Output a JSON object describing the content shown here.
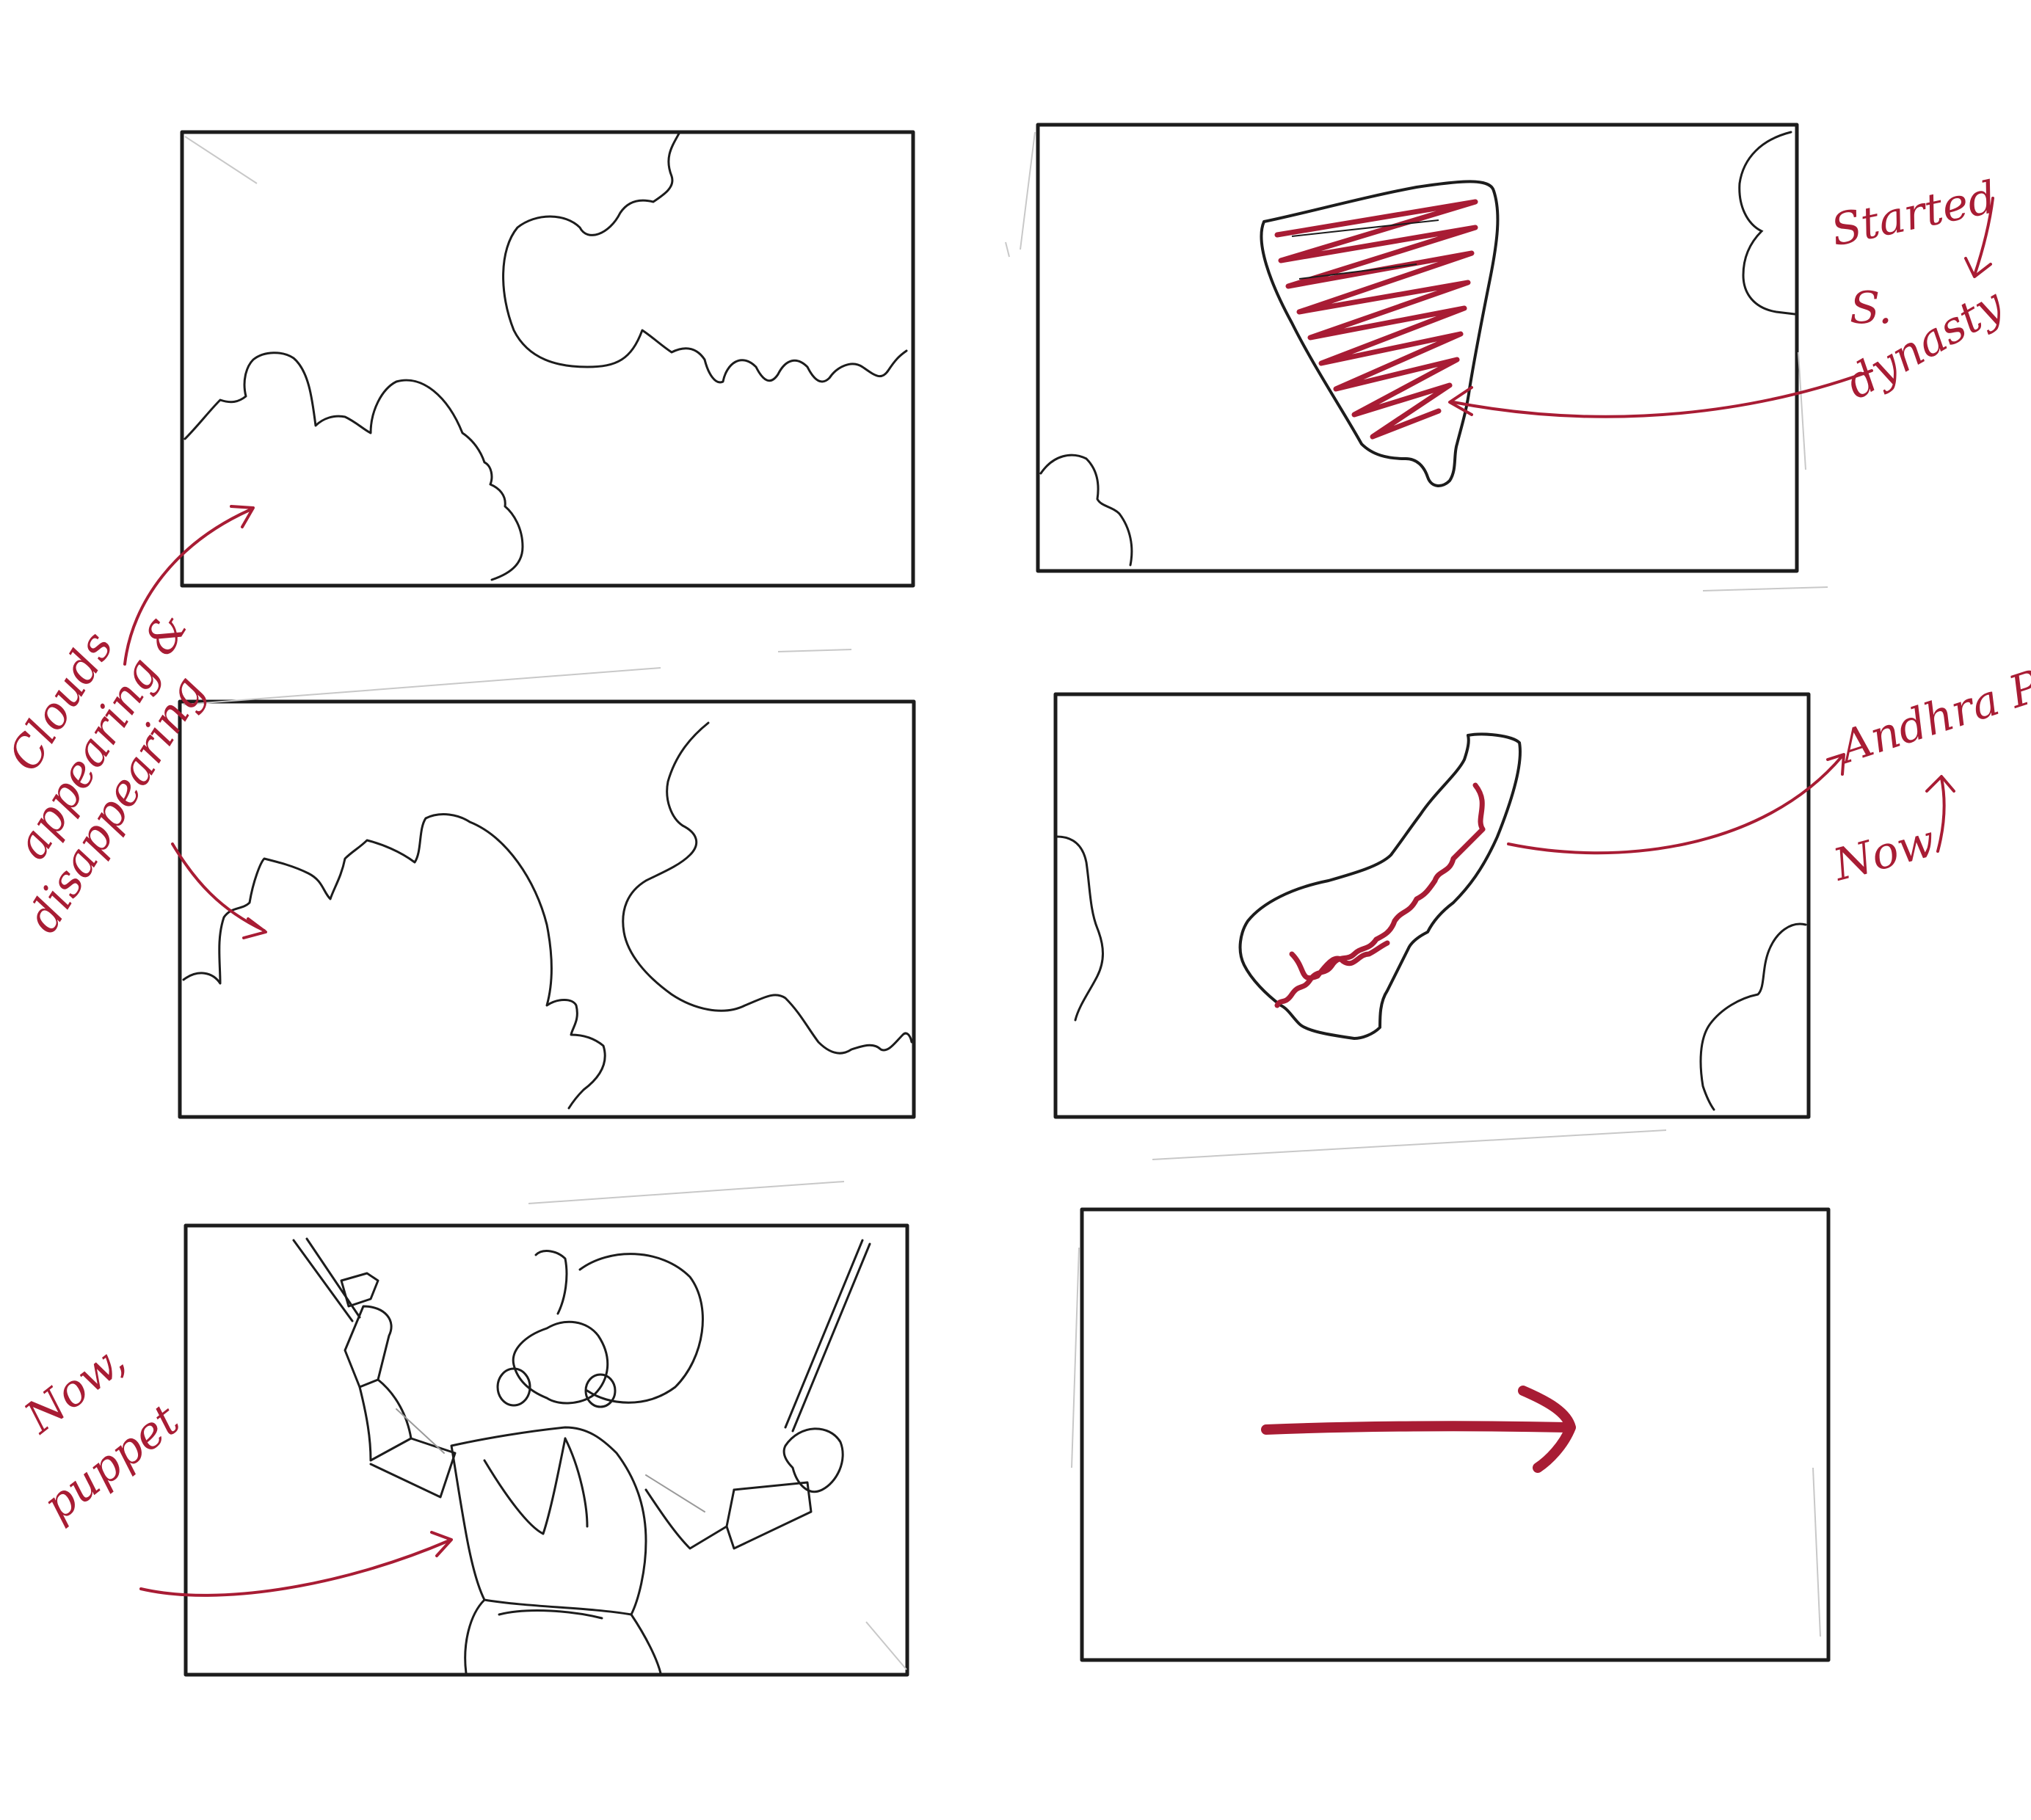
{
  "colors": {
    "pencil": "#1c1c1c",
    "ink": "#a81c34",
    "paper": "#ffffff"
  },
  "annotations": {
    "clouds": [
      "Clouds",
      "appearing &",
      "disappearing"
    ],
    "started": [
      "Started",
      "S.",
      "dynasty"
    ],
    "andhra": [
      "Andhra P"
    ],
    "now": [
      "Now"
    ],
    "puppet": [
      "Now,",
      "puppet"
    ]
  },
  "panels": [
    {
      "id": 1,
      "content": "clouds"
    },
    {
      "id": 2,
      "content": "region shape"
    },
    {
      "id": 3,
      "content": "clouds"
    },
    {
      "id": 4,
      "content": "region shape"
    },
    {
      "id": 5,
      "content": "puppet figure"
    },
    {
      "id": 6,
      "content": "arrow"
    }
  ]
}
